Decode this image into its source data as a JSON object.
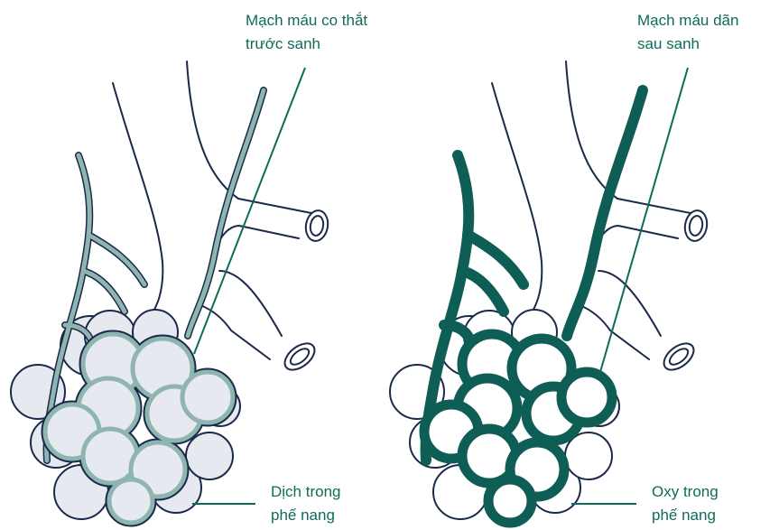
{
  "labels": {
    "before_vessels": {
      "line1": "Mạch máu co thắt",
      "line2": "trước sanh"
    },
    "after_vessels": {
      "line1": "Mạch máu dãn",
      "line2": "sau sanh"
    },
    "before_alveoli": {
      "line1": "Dịch trong",
      "line2": "phế nang"
    },
    "after_alveoli": {
      "line1": "Oxy trong",
      "line2": "phế nang"
    }
  },
  "colors": {
    "outline": "#1b2a4a",
    "before_vessel": "#8fb5b0",
    "before_fill": "#e6e9ef",
    "after_vessel": "#0e5e56",
    "label_text": "#0e6b5c",
    "leader_line": "#0e6b5c",
    "background": "#ffffff"
  }
}
